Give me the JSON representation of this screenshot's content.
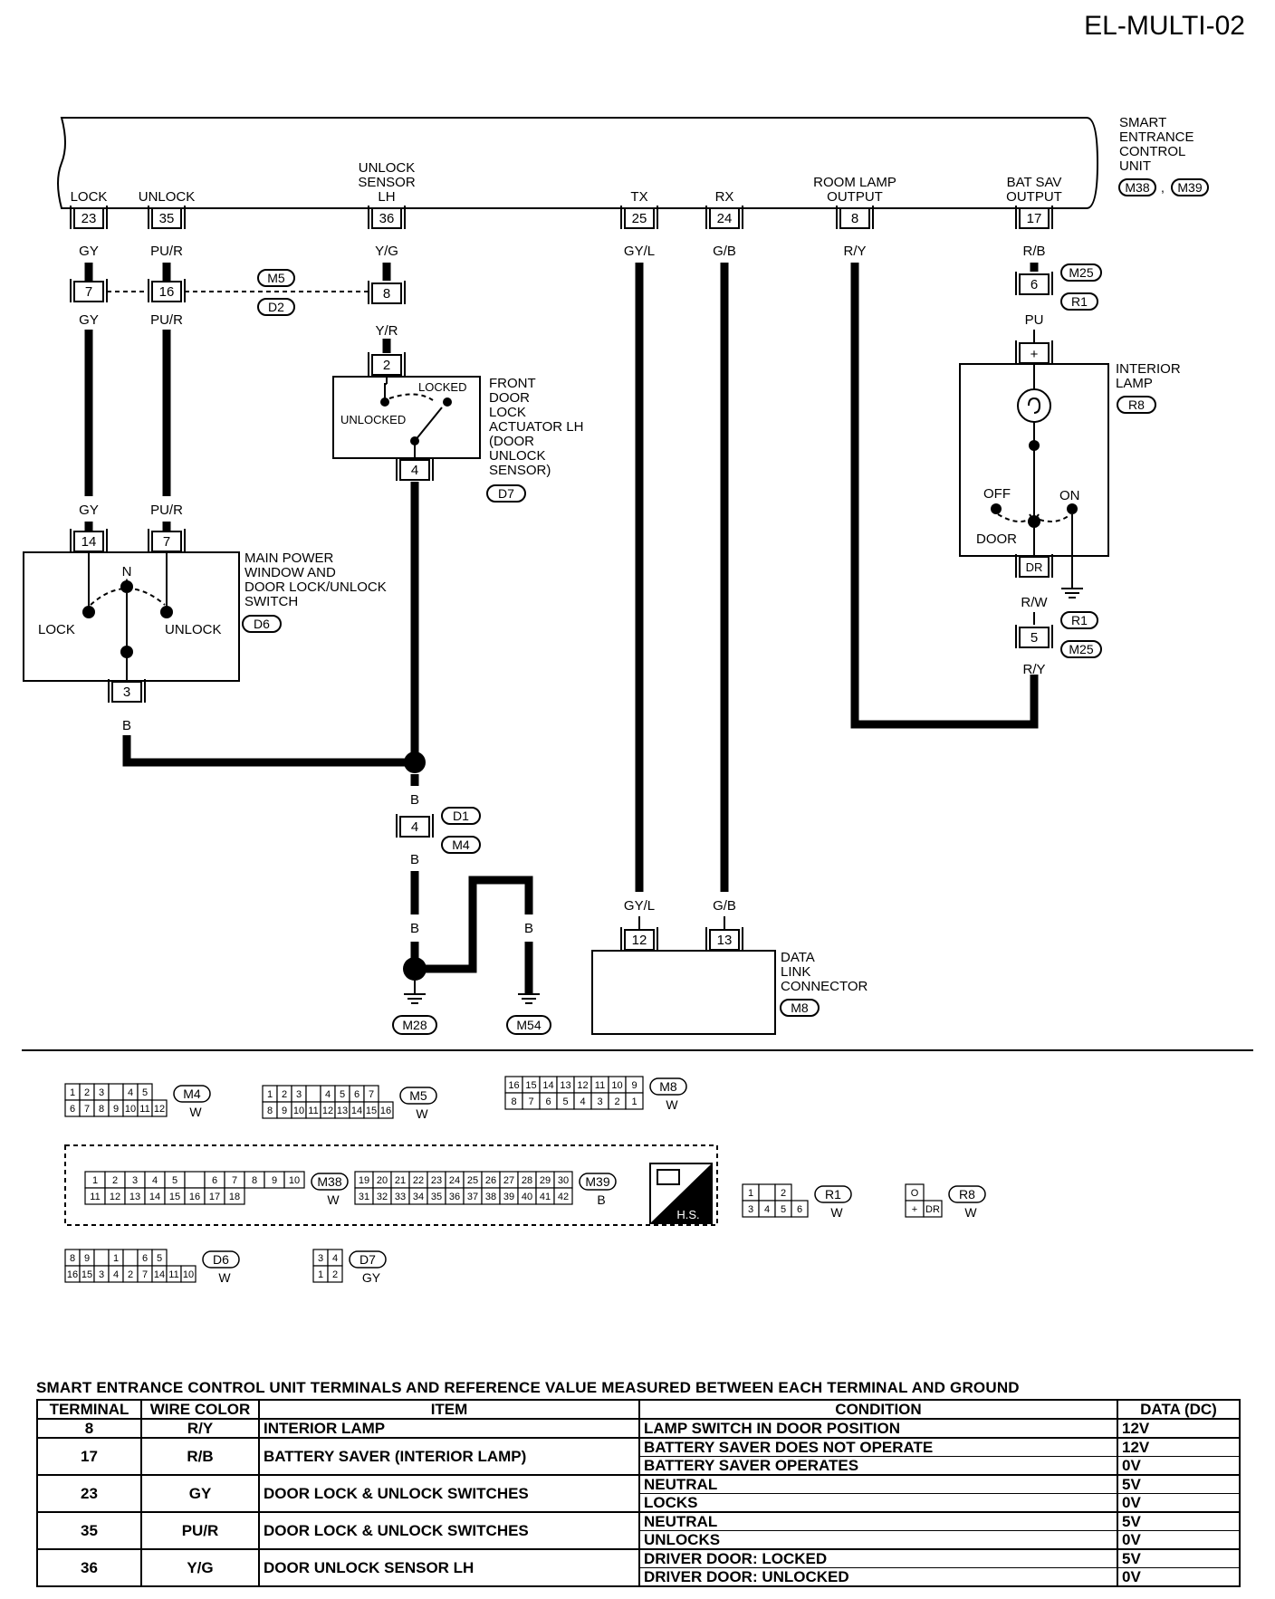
{
  "page_code": "EL-MULTI-02",
  "control_unit": {
    "name_lines": [
      "SMART",
      "ENTRANCE",
      "CONTROL",
      "UNIT"
    ],
    "connectors": [
      "M38",
      "M39"
    ],
    "terminals": [
      {
        "label_lines": [
          "LOCK"
        ],
        "pin": "23",
        "wire": "GY"
      },
      {
        "label_lines": [
          "UNLOCK"
        ],
        "pin": "35",
        "wire": "PU/R"
      },
      {
        "label_lines": [
          "UNLOCK",
          "SENSOR",
          "LH"
        ],
        "pin": "36",
        "wire": "Y/G"
      },
      {
        "label_lines": [
          "TX"
        ],
        "pin": "25",
        "wire": "GY/L"
      },
      {
        "label_lines": [
          "RX"
        ],
        "pin": "24",
        "wire": "G/B"
      },
      {
        "label_lines": [
          "ROOM LAMP",
          "OUTPUT"
        ],
        "pin": "8",
        "wire": "R/Y"
      },
      {
        "label_lines": [
          "BAT SAV",
          "OUTPUT"
        ],
        "pin": "17",
        "wire": "R/B"
      }
    ]
  },
  "joint_m5_d2": {
    "connectors": [
      "M5",
      "D2"
    ],
    "pins": [
      "7",
      "16",
      "8"
    ],
    "wires_out": [
      "GY",
      "PU/R",
      "Y/R"
    ]
  },
  "actuator": {
    "name_lines": [
      "FRONT",
      "DOOR",
      "LOCK",
      "ACTUATOR LH",
      "(DOOR",
      "UNLOCK",
      "SENSOR)"
    ],
    "connector": "D7",
    "pin_top": "2",
    "pin_bottom": "4",
    "locked": "LOCKED",
    "unlocked": "UNLOCKED"
  },
  "switch": {
    "name_lines": [
      "MAIN POWER",
      "WINDOW AND",
      "DOOR LOCK/UNLOCK",
      "SWITCH"
    ],
    "connector": "D6",
    "pins": [
      "14",
      "7",
      "3"
    ],
    "wires_in": [
      "GY",
      "PU/R"
    ],
    "wire_out": "B",
    "neutral": "N",
    "lock": "LOCK",
    "unlock": "UNLOCK"
  },
  "ground": {
    "wire": "B",
    "joint_connectors": [
      "D1",
      "M4"
    ],
    "joint_pin": "4",
    "grounds": [
      "M28",
      "M54"
    ]
  },
  "data_link": {
    "name_lines": [
      "DATA",
      "LINK",
      "CONNECTOR"
    ],
    "connector": "M8",
    "pins": [
      "12",
      "13"
    ],
    "wires": [
      "GY/L",
      "G/B"
    ]
  },
  "interior_lamp": {
    "name_lines": [
      "INTERIOR",
      "LAMP"
    ],
    "connector": "R8",
    "plus": "+",
    "dr": "DR",
    "off": "OFF",
    "on": "ON",
    "door": "DOOR",
    "joint_top": {
      "pin": "6",
      "connectors": [
        "M25",
        "R1"
      ],
      "wire_out": "PU"
    },
    "joint_bottom": {
      "pin": "5",
      "connectors": [
        "R1",
        "M25"
      ],
      "wire_in": "R/W",
      "wire_out": "R/Y"
    }
  },
  "connector_views": [
    {
      "id": "M4",
      "color": "W",
      "rows": [
        [
          "1",
          "2",
          "3",
          "",
          "4",
          "5"
        ],
        [
          "6",
          "7",
          "8",
          "9",
          "10",
          "11",
          "12"
        ]
      ]
    },
    {
      "id": "M5",
      "color": "W",
      "rows": [
        [
          "1",
          "2",
          "3",
          "",
          "4",
          "5",
          "6",
          "7"
        ],
        [
          "8",
          "9",
          "10",
          "11",
          "12",
          "13",
          "14",
          "15",
          "16"
        ]
      ]
    },
    {
      "id": "M8",
      "color": "W",
      "rows": [
        [
          "16",
          "15",
          "14",
          "13",
          "12",
          "11",
          "10",
          "9"
        ],
        [
          "8",
          "7",
          "6",
          "5",
          "4",
          "3",
          "2",
          "1"
        ]
      ]
    },
    {
      "id": "M38",
      "color": "W",
      "rows": [
        [
          "1",
          "2",
          "3",
          "4",
          "5",
          "",
          "6",
          "7",
          "8",
          "9",
          "10"
        ],
        [
          "11",
          "12",
          "13",
          "14",
          "15",
          "16",
          "17",
          "18"
        ]
      ]
    },
    {
      "id": "M39",
      "color": "B",
      "rows": [
        [
          "19",
          "20",
          "21",
          "22",
          "23",
          "24",
          "25",
          "26",
          "27",
          "28",
          "29",
          "30"
        ],
        [
          "31",
          "32",
          "33",
          "34",
          "35",
          "36",
          "37",
          "38",
          "39",
          "40",
          "41",
          "42"
        ]
      ]
    },
    {
      "id": "R1",
      "color": "W",
      "rows": [
        [
          "1",
          "",
          "2"
        ],
        [
          "3",
          "4",
          "5",
          "6"
        ]
      ]
    },
    {
      "id": "R8",
      "color": "W",
      "rows": [
        [
          "O"
        ],
        [
          "+",
          "DR"
        ]
      ]
    },
    {
      "id": "D6",
      "color": "W",
      "rows": [
        [
          "8",
          "9",
          "",
          "1",
          "",
          "6",
          "5"
        ],
        [
          "16",
          "15",
          "3",
          "4",
          "2",
          "7",
          "14",
          "11",
          "10"
        ]
      ]
    },
    {
      "id": "D7",
      "color": "GY",
      "rows": [
        [
          "3",
          "4"
        ],
        [
          "1",
          "2"
        ]
      ]
    }
  ],
  "hs_badge": "H.S.",
  "table": {
    "caption": "SMART ENTRANCE CONTROL UNIT TERMINALS AND REFERENCE VALUE MEASURED BETWEEN EACH TERMINAL AND GROUND",
    "headers": [
      "TERMINAL",
      "WIRE COLOR",
      "ITEM",
      "CONDITION",
      "DATA (DC)"
    ],
    "rows": [
      {
        "terminal": "8",
        "wire": "R/Y",
        "item": "INTERIOR LAMP",
        "conditions": [
          "LAMP SWITCH IN DOOR POSITION"
        ],
        "data": [
          "12V"
        ]
      },
      {
        "terminal": "17",
        "wire": "R/B",
        "item": "BATTERY SAVER (INTERIOR LAMP)",
        "conditions": [
          "BATTERY SAVER DOES NOT OPERATE",
          "BATTERY SAVER OPERATES"
        ],
        "data": [
          "12V",
          "0V"
        ]
      },
      {
        "terminal": "23",
        "wire": "GY",
        "item": "DOOR LOCK & UNLOCK SWITCHES",
        "conditions": [
          "NEUTRAL",
          "LOCKS"
        ],
        "data": [
          "5V",
          "0V"
        ]
      },
      {
        "terminal": "35",
        "wire": "PU/R",
        "item": "DOOR LOCK & UNLOCK SWITCHES",
        "conditions": [
          "NEUTRAL",
          "UNLOCKS"
        ],
        "data": [
          "5V",
          "0V"
        ]
      },
      {
        "terminal": "36",
        "wire": "Y/G",
        "item": "DOOR UNLOCK SENSOR LH",
        "conditions": [
          "DRIVER DOOR: LOCKED",
          "DRIVER DOOR: UNLOCKED"
        ],
        "data": [
          "5V",
          "0V"
        ]
      }
    ]
  }
}
